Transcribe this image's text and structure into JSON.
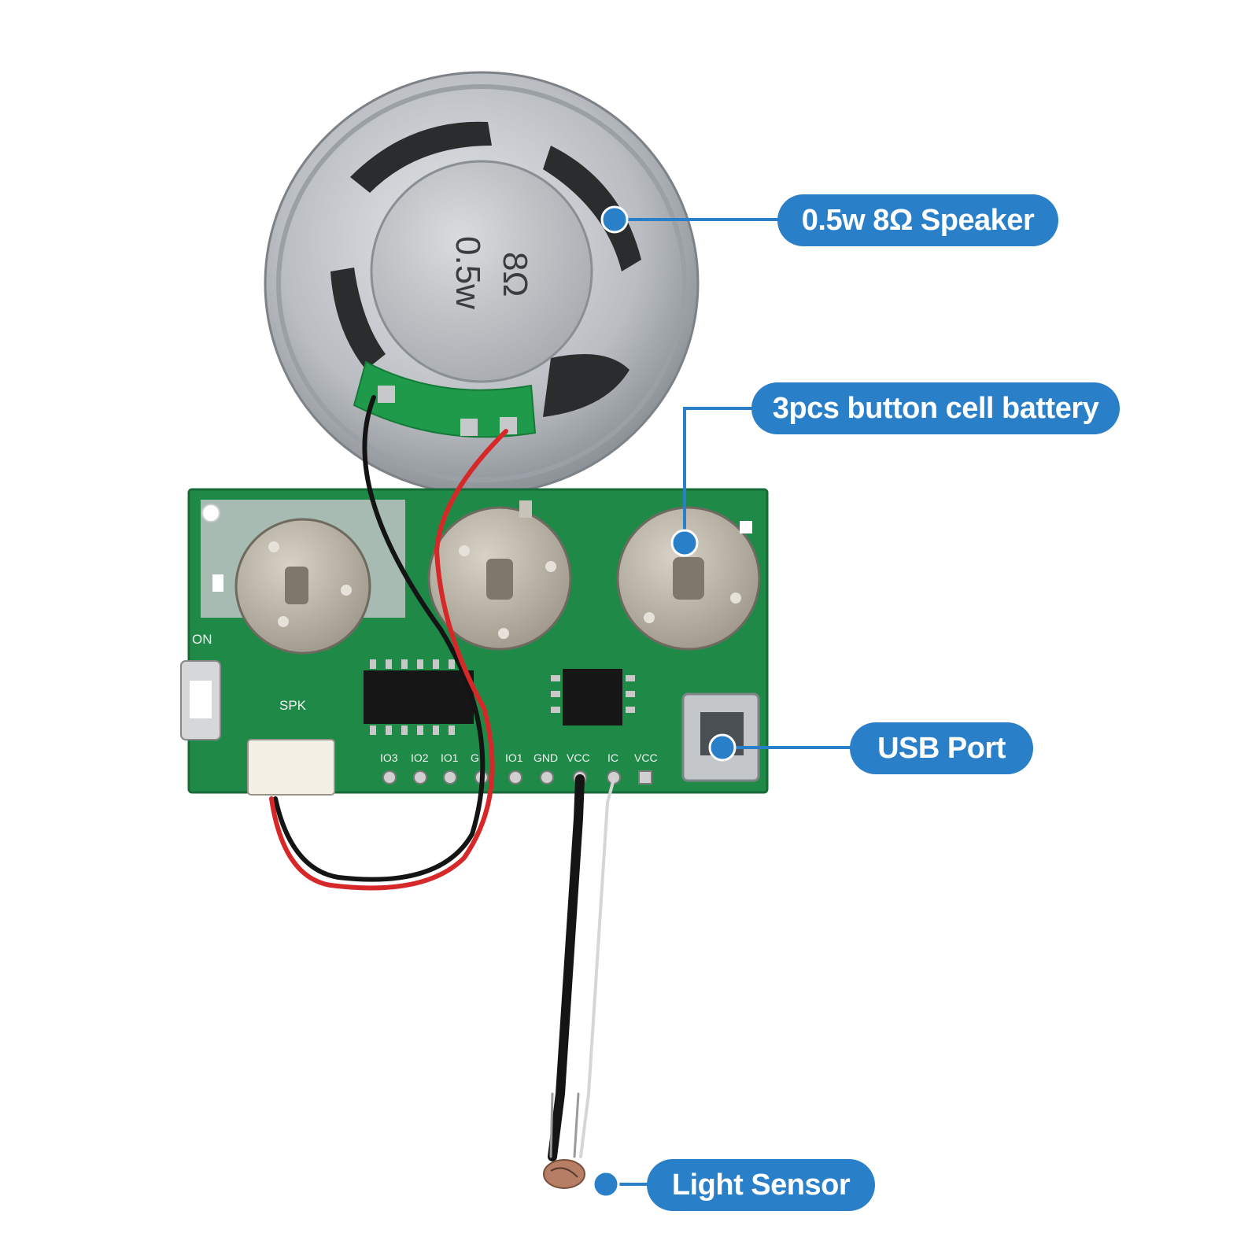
{
  "colors": {
    "callout": "#2a7fc9",
    "pcb": "#1f8a48",
    "pcb_dark": "#176b37",
    "metal": "#c9ccd0",
    "silk": "#f2f2f2",
    "wire_red": "#d62828",
    "wire_black": "#141414"
  },
  "callouts": {
    "speaker": "0.5w 8Ω Speaker",
    "battery": "3pcs button cell battery",
    "usb": "USB Port",
    "sensor": "Light Sensor"
  },
  "speaker_marking": {
    "impedance": "8Ω",
    "power": "0.5w"
  },
  "pcb_labels": {
    "on": "ON",
    "spk": "SPK",
    "io3": "IO3",
    "io2": "IO2",
    "io1": "IO1",
    "g": "G",
    "io1b": "IO1",
    "gnd": "GND",
    "vcc": "VCC",
    "ic": "IC",
    "vcc2": "VCC"
  }
}
